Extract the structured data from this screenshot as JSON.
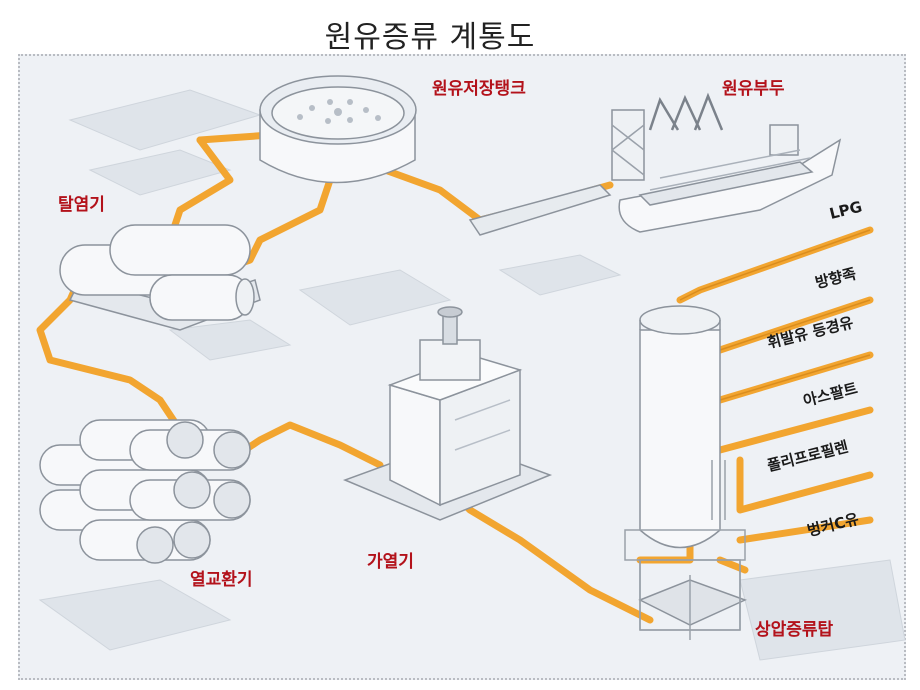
{
  "title": "원유증류 계통도",
  "labels": {
    "storage_tank": "원유저장탱크",
    "crude_pier": "원유부두",
    "desalter": "탈염기",
    "heat_exchanger": "열교환기",
    "heater": "가열기",
    "distillation_tower": "상압증류탑"
  },
  "outputs": [
    "LPG",
    "방향족",
    "휘발유 등경유",
    "아스팔트",
    "폴리프로필렌",
    "벙커C유"
  ],
  "colors": {
    "pipe": "#f2a530",
    "pipe_edge": "#c97d12",
    "label": "#b3121b",
    "ground": "#eef1f5"
  }
}
